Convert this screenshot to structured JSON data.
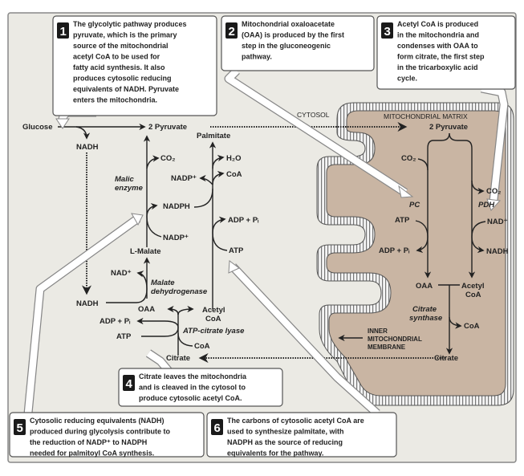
{
  "colors": {
    "background": "#ebeae4",
    "matrix": "#c9b5a3",
    "membrane": "#d8d8d8",
    "text": "#222222"
  },
  "boxes": [
    {
      "number": "1",
      "lines": [
        "The glycolytic pathway produces",
        "pyruvate, which is the primary",
        "source of the mitochondrial",
        "acetyl CoA to be used for",
        "fatty acid synthesis.  It also",
        "produces cytosolic reducing",
        "equivalents of NADH. Pyruvate",
        "enters the mitochondria."
      ]
    },
    {
      "number": "2",
      "lines": [
        "Mitochondrial oxaloacetate",
        "(OAA) is produced by the first",
        "step in the gluconeogenic",
        "pathway."
      ]
    },
    {
      "number": "3",
      "lines": [
        "Acetyl CoA is produced",
        "in the mitochondria and",
        "condenses with OAA to",
        "form citrate, the first step",
        "in the tricarboxylic acid",
        "cycle."
      ]
    },
    {
      "number": "4",
      "lines": [
        "Citrate leaves the mitochondria",
        "and is cleaved in the cytosol to",
        "produce cytosolic acetyl CoA."
      ]
    },
    {
      "number": "5",
      "lines": [
        "Cytosolic reducing equivalents (NADH)",
        "produced during glycolysis contribute to",
        "the reduction of NADP⁺ to NADPH",
        "needed for palmitoyl CoA synthesis."
      ]
    },
    {
      "number": "6",
      "lines": [
        "The carbons of cytosolic acetyl CoA are",
        "used to synthesize palmitate, with",
        "NADPH as the source of reducing",
        "equivalents for the pathway."
      ]
    }
  ],
  "regions": {
    "cytosol": "CYTOSOL",
    "matrix": "MITOCHONDRIAL MATRIX",
    "membrane": [
      "INNER",
      "MITOCHONDRIAL",
      "MEMBRANE"
    ]
  },
  "cytosol": {
    "glucose": "Glucose",
    "pyruvate": "2 Pyruvate",
    "nadh_top": "NADH",
    "nadh_bottom": "NADH",
    "co2": "CO₂",
    "malic_enzyme": [
      "Malic",
      "enzyme"
    ],
    "nadph": "NADPH",
    "nadp_lower": "NADP⁺",
    "l_malate": "L-Malate",
    "nad": "NAD⁺",
    "malate_dh": [
      "Malate",
      "dehydrogenase"
    ],
    "palmitate": "Palmitate",
    "h2o": "H₂O",
    "coa_top": "CoA",
    "nadp_upper": "NADP⁺",
    "adp_pi_right": "ADP + Pᵢ",
    "atp_right": "ATP",
    "oaa": "OAA",
    "acetyl_coa": [
      "Acetyl",
      "CoA"
    ],
    "adp_pi_left": "ADP + Pᵢ",
    "atp_left": "ATP",
    "atp_citrate_lyase": "ATP-citrate lyase",
    "coa_bottom": "CoA",
    "citrate": "Citrate"
  },
  "mito": {
    "pyruvate": "2 Pyruvate",
    "co2_left": "CO₂",
    "co2_right": "CO₂",
    "pc": "PC",
    "pdh": "PDH",
    "atp": "ATP",
    "adp_pi": "ADP + Pᵢ",
    "nad": "NAD⁺",
    "nadh": "NADH",
    "oaa": "OAA",
    "acetyl_coa": [
      "Acetyl",
      "CoA"
    ],
    "citrate_synthase": [
      "Citrate",
      "synthase"
    ],
    "coa": "CoA",
    "citrate": "Citrate"
  }
}
